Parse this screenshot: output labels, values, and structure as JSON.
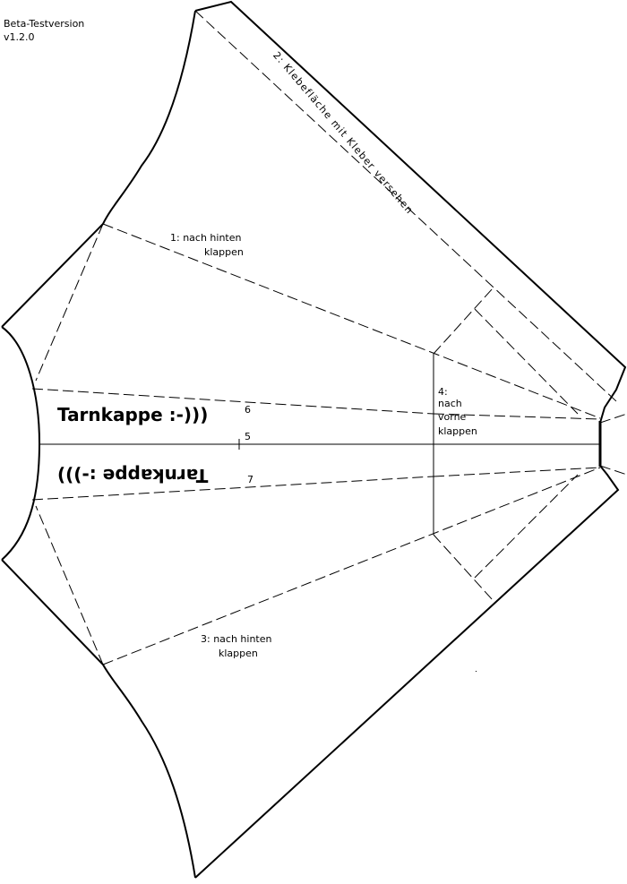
{
  "version": {
    "line1": "Beta-Testversion",
    "line2": "v1.2.0"
  },
  "labels": {
    "glue": "2: Klebefläche mit Kleber versehen",
    "fold1_line1": "1: nach hinten",
    "fold1_line2": "klappen",
    "fold3_line1": "3: nach hinten",
    "fold3_line2": "klappen",
    "fold4_line1": "4:",
    "fold4_line2": "nach",
    "fold4_line3": "vorne",
    "fold4_line4": "klappen",
    "num5": "5",
    "num6": "6",
    "num7": "7"
  },
  "title": {
    "top": "Tarnkappe :-)))",
    "bottom": "Tarnkappe :-)))"
  }
}
